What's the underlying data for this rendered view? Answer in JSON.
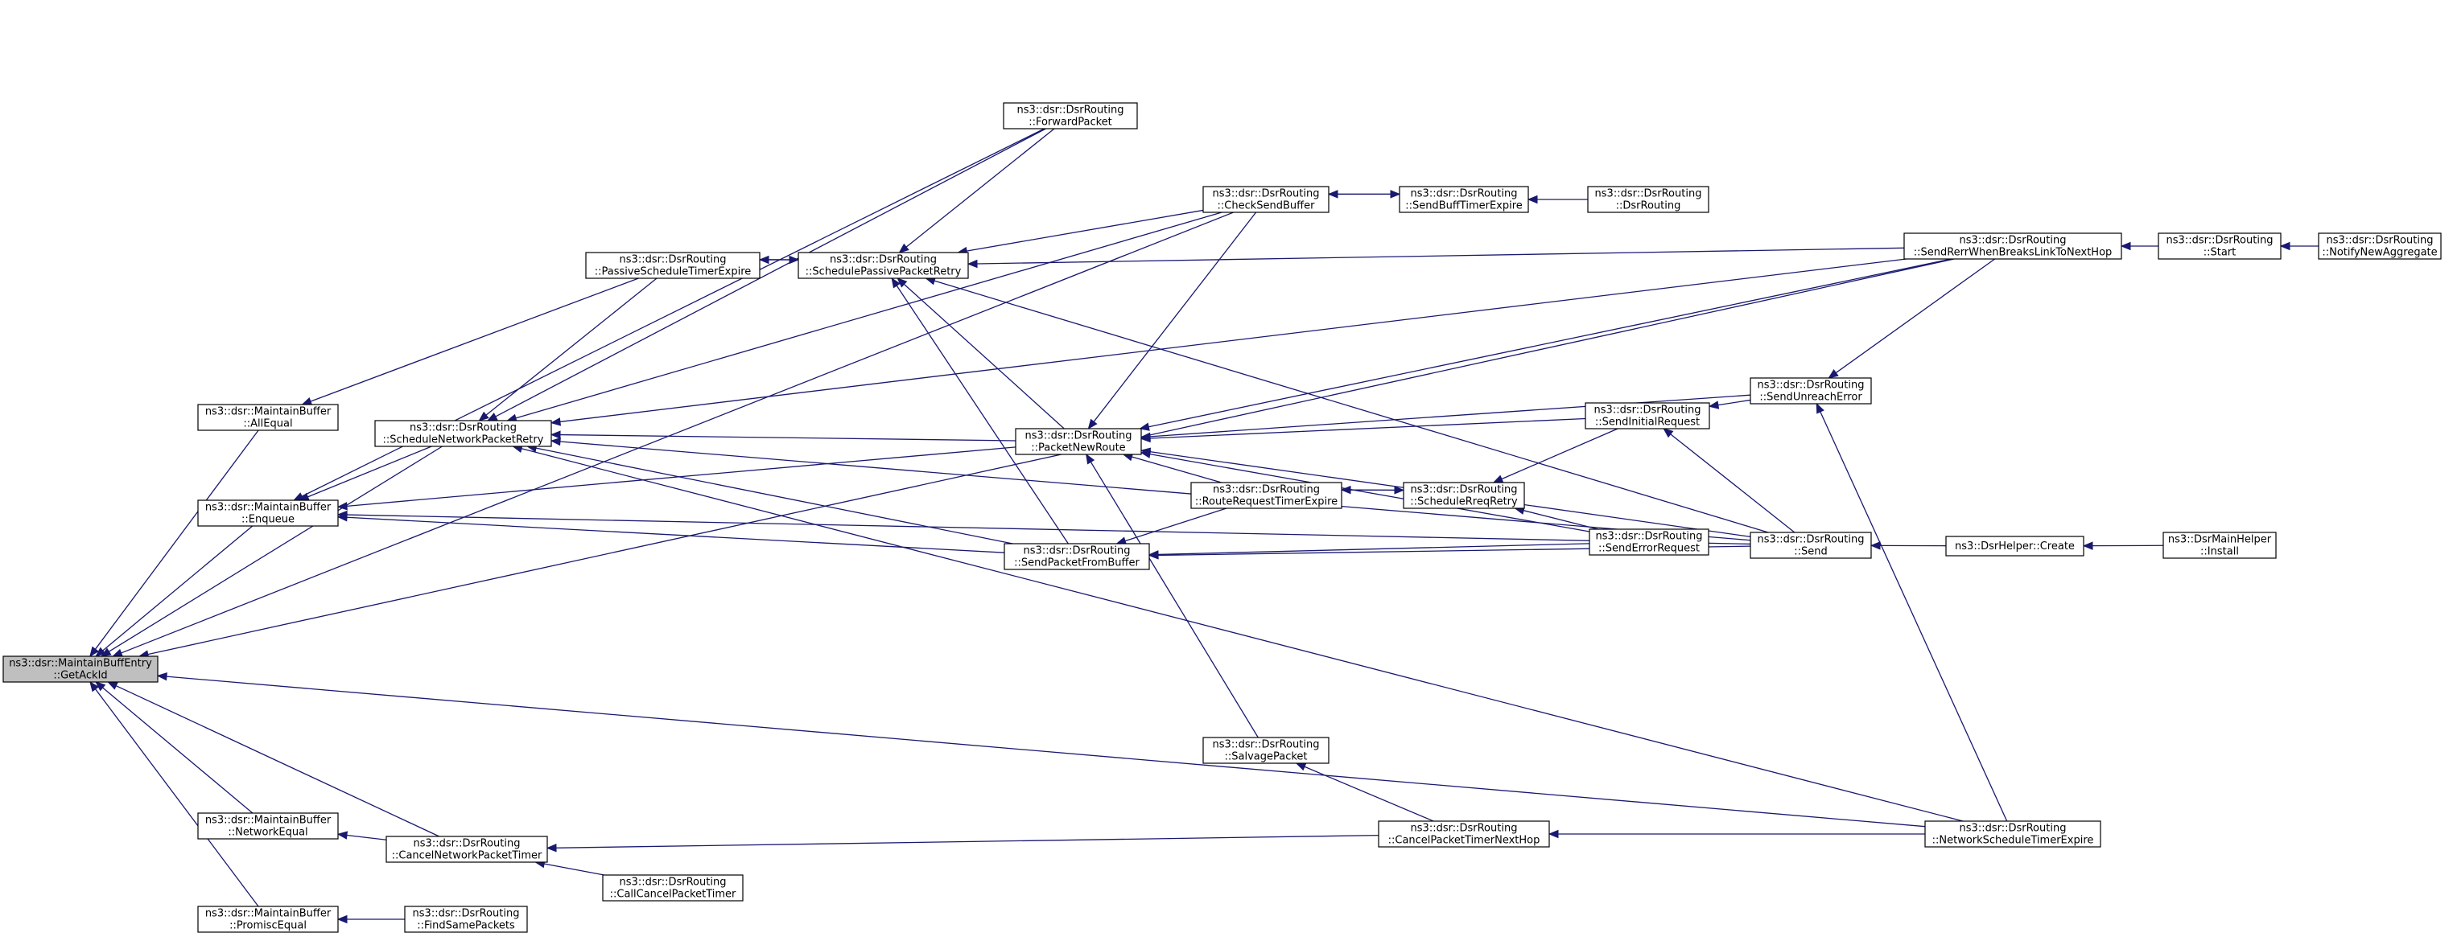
{
  "graph": {
    "nodes": [
      {
        "id": "getackid",
        "lines": [
          "ns3::dsr::MaintainBuffEntry",
          "::GetAckId"
        ],
        "highlight": true
      },
      {
        "id": "allequal",
        "lines": [
          "ns3::dsr::MaintainBuffer",
          "::AllEqual"
        ]
      },
      {
        "id": "enqueue",
        "lines": [
          "ns3::dsr::MaintainBuffer",
          "::Enqueue"
        ]
      },
      {
        "id": "networkequal",
        "lines": [
          "ns3::dsr::MaintainBuffer",
          "::NetworkEqual"
        ]
      },
      {
        "id": "promiscequal",
        "lines": [
          "ns3::dsr::MaintainBuffer",
          "::PromiscEqual"
        ]
      },
      {
        "id": "schednetretry",
        "lines": [
          "ns3::dsr::DsrRouting",
          "::ScheduleNetworkPacketRetry"
        ]
      },
      {
        "id": "cancelnettimer",
        "lines": [
          "ns3::dsr::DsrRouting",
          "::CancelNetworkPacketTimer"
        ]
      },
      {
        "id": "findsame",
        "lines": [
          "ns3::dsr::DsrRouting",
          "::FindSamePackets"
        ]
      },
      {
        "id": "passivesched",
        "lines": [
          "ns3::dsr::DsrRouting",
          "::PassiveScheduleTimerExpire"
        ]
      },
      {
        "id": "callcancel",
        "lines": [
          "ns3::dsr::DsrRouting",
          "::CallCancelPacketTimer"
        ]
      },
      {
        "id": "schedpassive",
        "lines": [
          "ns3::dsr::DsrRouting",
          "::SchedulePassivePacketRetry"
        ]
      },
      {
        "id": "forward",
        "lines": [
          "ns3::dsr::DsrRouting",
          "::ForwardPacket"
        ]
      },
      {
        "id": "newroute",
        "lines": [
          "ns3::dsr::DsrRouting",
          "::PacketNewRoute"
        ]
      },
      {
        "id": "sendfrombuf",
        "lines": [
          "ns3::dsr::DsrRouting",
          "::SendPacketFromBuffer"
        ]
      },
      {
        "id": "checksend",
        "lines": [
          "ns3::dsr::DsrRouting",
          "::CheckSendBuffer"
        ]
      },
      {
        "id": "rreqtimer",
        "lines": [
          "ns3::dsr::DsrRouting",
          "::RouteRequestTimerExpire"
        ]
      },
      {
        "id": "salvage",
        "lines": [
          "ns3::dsr::DsrRouting",
          "::SalvagePacket"
        ]
      },
      {
        "id": "cancelnexthop",
        "lines": [
          "ns3::dsr::DsrRouting",
          "::CancelPacketTimerNextHop"
        ]
      },
      {
        "id": "sendbufftimer",
        "lines": [
          "ns3::dsr::DsrRouting",
          "::SendBuffTimerExpire"
        ]
      },
      {
        "id": "schedreq",
        "lines": [
          "ns3::dsr::DsrRouting",
          "::ScheduleRreqRetry"
        ]
      },
      {
        "id": "dsrrouting",
        "lines": [
          "ns3::dsr::DsrRouting",
          "::DsrRouting"
        ]
      },
      {
        "id": "sendinitial",
        "lines": [
          "ns3::dsr::DsrRouting",
          "::SendInitialRequest"
        ]
      },
      {
        "id": "senderrreq",
        "lines": [
          "ns3::dsr::DsrRouting",
          "::SendErrorRequest"
        ]
      },
      {
        "id": "sendunreach",
        "lines": [
          "ns3::dsr::DsrRouting",
          "::SendUnreachError"
        ]
      },
      {
        "id": "send",
        "lines": [
          "ns3::dsr::DsrRouting",
          "::Send"
        ]
      },
      {
        "id": "sendrerr",
        "lines": [
          "ns3::dsr::DsrRouting",
          "::SendRerrWhenBreaksLinkToNextHop"
        ]
      },
      {
        "id": "netschedexpire",
        "lines": [
          "ns3::dsr::DsrRouting",
          "::NetworkScheduleTimerExpire"
        ]
      },
      {
        "id": "helpercreate",
        "lines": [
          "ns3::DsrHelper::Create"
        ]
      },
      {
        "id": "start",
        "lines": [
          "ns3::dsr::DsrRouting",
          "::Start"
        ]
      },
      {
        "id": "install",
        "lines": [
          "ns3::DsrMainHelper",
          "::Install"
        ]
      },
      {
        "id": "notify",
        "lines": [
          "ns3::dsr::DsrRouting",
          "::NotifyNewAggregate"
        ]
      }
    ],
    "edges": [
      {
        "from": "allequal",
        "to": "getackid"
      },
      {
        "from": "enqueue",
        "to": "getackid"
      },
      {
        "from": "networkequal",
        "to": "getackid"
      },
      {
        "from": "promiscequal",
        "to": "getackid"
      },
      {
        "from": "cancelnettimer",
        "to": "getackid"
      },
      {
        "from": "schednetretry",
        "to": "getackid"
      },
      {
        "from": "checksend",
        "to": "getackid"
      },
      {
        "from": "sendrerr",
        "to": "getackid"
      },
      {
        "from": "netschedexpire",
        "to": "getackid"
      },
      {
        "from": "passivesched",
        "to": "allequal"
      },
      {
        "from": "schednetretry",
        "to": "enqueue"
      },
      {
        "from": "forward",
        "to": "enqueue"
      },
      {
        "from": "newroute",
        "to": "enqueue"
      },
      {
        "from": "sendfrombuf",
        "to": "enqueue"
      },
      {
        "from": "send",
        "to": "enqueue"
      },
      {
        "from": "cancelnettimer",
        "to": "networkequal"
      },
      {
        "from": "findsame",
        "to": "promiscequal"
      },
      {
        "from": "newroute",
        "to": "schednetretry"
      },
      {
        "from": "sendfrombuf",
        "to": "schednetretry"
      },
      {
        "from": "passivesched",
        "to": "schednetretry"
      },
      {
        "from": "forward",
        "to": "schednetretry"
      },
      {
        "from": "checksend",
        "to": "schednetretry"
      },
      {
        "from": "sendrerr",
        "to": "schednetretry"
      },
      {
        "from": "send",
        "to": "schednetretry"
      },
      {
        "from": "netschedexpire",
        "to": "schednetretry"
      },
      {
        "from": "callcancel",
        "to": "cancelnettimer"
      },
      {
        "from": "cancelnexthop",
        "to": "cancelnettimer"
      },
      {
        "from": "schedpassive",
        "to": "passivesched"
      },
      {
        "from": "passivesched",
        "to": "schedpassive"
      },
      {
        "from": "forward",
        "to": "schedpassive"
      },
      {
        "from": "newroute",
        "to": "schedpassive"
      },
      {
        "from": "sendfrombuf",
        "to": "schedpassive"
      },
      {
        "from": "checksend",
        "to": "schedpassive"
      },
      {
        "from": "sendrerr",
        "to": "schedpassive"
      },
      {
        "from": "send",
        "to": "schedpassive"
      },
      {
        "from": "checksend",
        "to": "newroute"
      },
      {
        "from": "salvage",
        "to": "newroute"
      },
      {
        "from": "rreqtimer",
        "to": "newroute"
      },
      {
        "from": "sendinitial",
        "to": "newroute"
      },
      {
        "from": "senderrreq",
        "to": "newroute"
      },
      {
        "from": "sendunreach",
        "to": "newroute"
      },
      {
        "from": "sendrerr",
        "to": "newroute"
      },
      {
        "from": "send",
        "to": "newroute"
      },
      {
        "from": "rreqtimer",
        "to": "sendfrombuf"
      },
      {
        "from": "senderrreq",
        "to": "sendfrombuf"
      },
      {
        "from": "send",
        "to": "sendfrombuf"
      },
      {
        "from": "sendbufftimer",
        "to": "checksend"
      },
      {
        "from": "checksend",
        "to": "sendbufftimer"
      },
      {
        "from": "dsrrouting",
        "to": "sendbufftimer"
      },
      {
        "from": "schedreq",
        "to": "rreqtimer"
      },
      {
        "from": "rreqtimer",
        "to": "schedreq"
      },
      {
        "from": "sendinitial",
        "to": "schedreq"
      },
      {
        "from": "senderrreq",
        "to": "schedreq"
      },
      {
        "from": "cancelnexthop",
        "to": "salvage"
      },
      {
        "from": "netschedexpire",
        "to": "cancelnexthop"
      },
      {
        "from": "sendunreach",
        "to": "sendinitial"
      },
      {
        "from": "send",
        "to": "sendinitial"
      },
      {
        "from": "sendrerr",
        "to": "sendunreach"
      },
      {
        "from": "netschedexpire",
        "to": "sendunreach"
      },
      {
        "from": "helpercreate",
        "to": "send"
      },
      {
        "from": "start",
        "to": "sendrerr"
      },
      {
        "from": "install",
        "to": "helpercreate"
      },
      {
        "from": "notify",
        "to": "start"
      }
    ]
  },
  "colors": {
    "edge": "#191970",
    "node_fill": "#ffffff",
    "node_highlight_fill": "#bfbfbf",
    "node_border": "#000000"
  }
}
